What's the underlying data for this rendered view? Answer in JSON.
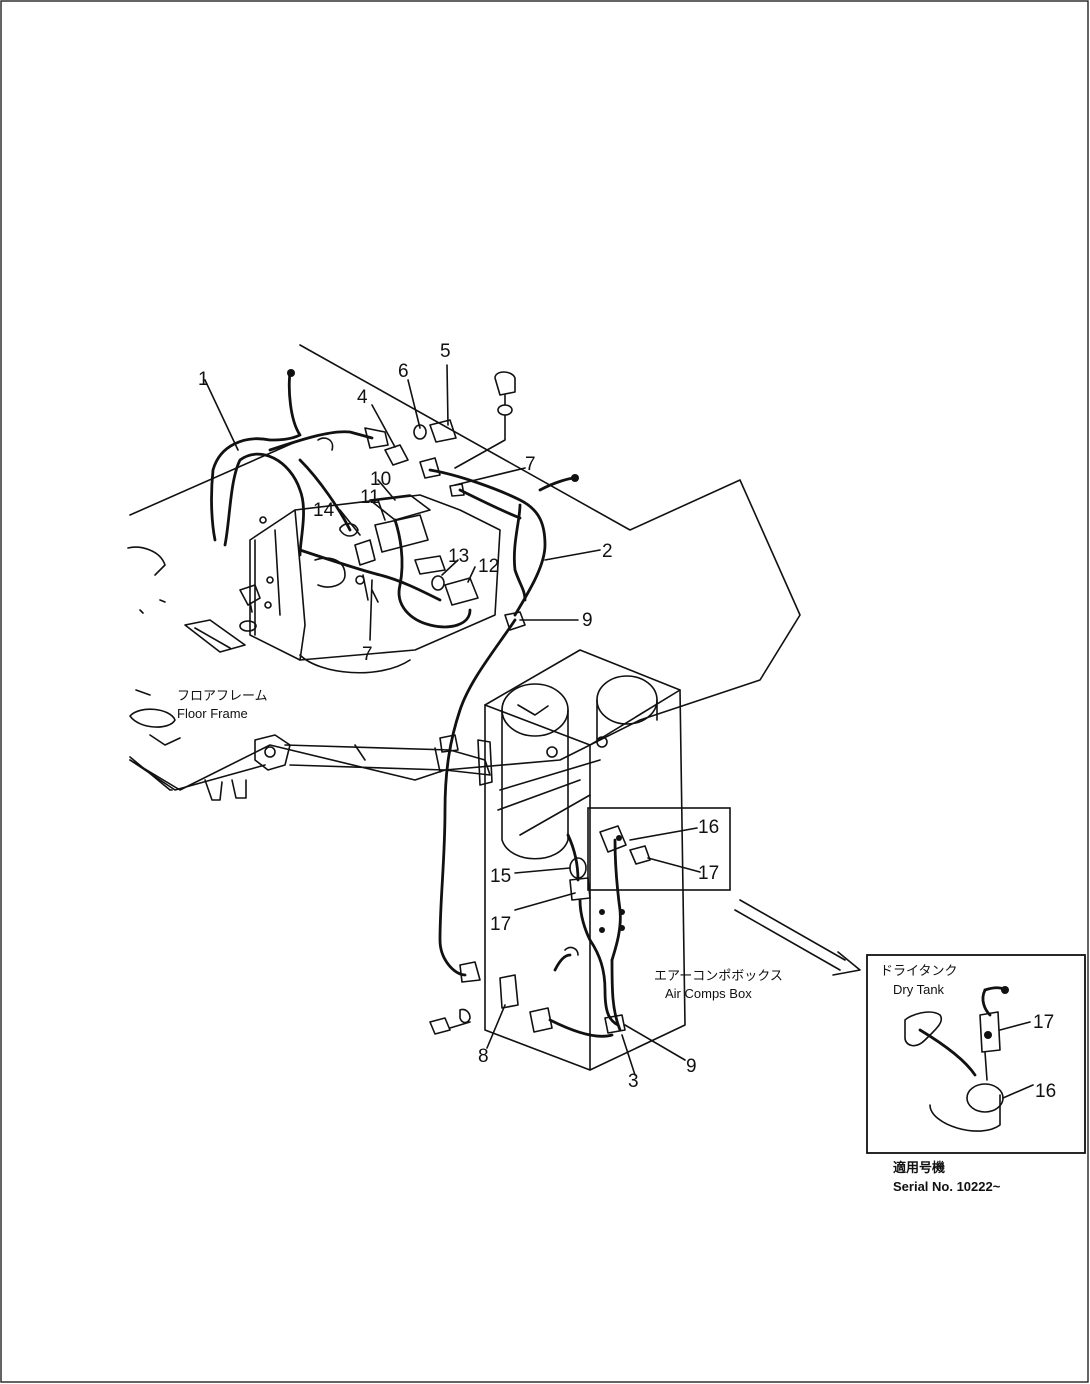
{
  "part_labels": {
    "p1": "1",
    "p2": "2",
    "p3": "3",
    "p4": "4",
    "p5": "5",
    "p6": "6",
    "p7a": "7",
    "p7b": "7",
    "p8": "8",
    "p9a": "9",
    "p9b": "9",
    "p10": "10",
    "p11": "11",
    "p12": "12",
    "p13": "13",
    "p14": "14",
    "p15": "15",
    "p16a": "16",
    "p16b": "16",
    "p17a": "17",
    "p17b": "17",
    "p17c": "17"
  },
  "callouts": {
    "floor_frame_jp": "フロアフレーム",
    "floor_frame_en": "Floor Frame",
    "air_comp_box_jp": "エアーコンポボックス",
    "air_comp_box_en": "Air Comps Box",
    "dry_tank_jp": "ドライタンク",
    "dry_tank_en": "Dry Tank",
    "serial_jp": "適用号機",
    "serial_en": "Serial No. 10222~"
  }
}
